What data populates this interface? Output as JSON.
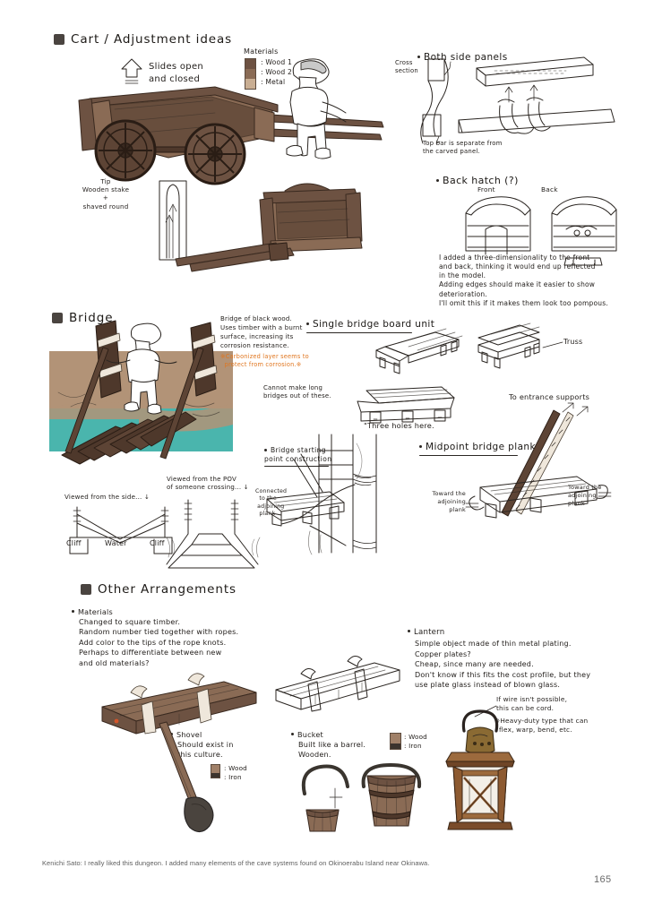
{
  "page": {
    "number": "165",
    "footer_credit": "Kenichi Sato: I really liked this dungeon. I added many elements of the cave systems found on Okinoerabu Island near Okinawa."
  },
  "colors": {
    "wood1": "#6d5242",
    "wood2": "#8a6b55",
    "metal": "#c9ae93",
    "dark_wood": "#4e382b",
    "water": "#4ab5ad",
    "ground": "#b29377",
    "orange_note": "#e0761f",
    "ink": "#2b2622",
    "heading_square": "#4a4440"
  },
  "sections": [
    {
      "id": "cart",
      "heading": "Cart / Adjustment ideas",
      "icon": "filled-square-bullet"
    },
    {
      "id": "bridge",
      "heading": "Bridge",
      "icon": "filled-square-bullet"
    },
    {
      "id": "other",
      "heading": "Other Arrangements",
      "icon": "filled-square-bullet"
    }
  ],
  "cart": {
    "slides_note": "Slides open\nand closed",
    "arrow_icon": "up-arrow-icon",
    "materials": {
      "title": "Materials",
      "legend": [
        {
          "label": ": Wood 1",
          "color": "#6d5242"
        },
        {
          "label": ": Wood 2",
          "color": "#8a6b55"
        },
        {
          "label": ": Metal",
          "color": "#c9ae93"
        }
      ]
    },
    "tip_note": "Tip\nWooden stake\n+\nshaved round",
    "side_panels": {
      "title": "Both side panels",
      "cross_section_label": "Cross\nsection",
      "note": "Top bar is separate from\nthe carved panel."
    },
    "back_hatch": {
      "title": "Back hatch (?)",
      "front_label": "Front",
      "back_label": "Back",
      "note": "I added a three-dimensionality to the front\nand back, thinking it would end up reflected\nin the model.\nAdding edges should make it easier to show\ndeterioration.\nI'll omit this if it makes them look too pompous."
    }
  },
  "bridge": {
    "black_wood_note": "Bridge of black wood.\nUses timber with a burnt\nsurface, increasing its\ncorrosion resistance.",
    "black_wood_note_orange": "※Carbonized layer seems to\n  protect from corrosion.※",
    "cannot_make_note": "Cannot make long\nbridges out of these.",
    "single_unit_title": "Single bridge board unit",
    "truss_label": "Truss",
    "three_holes_label": "\"Three holes here.",
    "side_view_label": "Viewed from the side... ↓",
    "pov_label": "Viewed from the POV\nof someone crossing... ↓",
    "cliff_left": "Cliff",
    "water_label": "Water",
    "cliff_right": "Cliff",
    "connected_note": "Connected\n  to the\n adjoining\n  plank",
    "starting_point_title": "Bridge starting\npoint construction",
    "midpoint_title": "Midpoint bridge planks",
    "to_entrance_supports": "To entrance supports",
    "toward_adjoining_left": "Toward the\nadjoining\n  plank",
    "toward_adjoining_right": "Toward the\nadjoining\nplank"
  },
  "other": {
    "materials": {
      "title": "Materials",
      "body": "Changed to square timber.\nRandom number tied together with ropes.\nAdd color to the tips of the rope knots.\nPerhaps to differentiate between new\nand old materials?"
    },
    "shovel": {
      "title": "Shovel",
      "body": "Should exist in\nthis culture.",
      "legend": [
        {
          "label": ": Wood",
          "color": "#a08068"
        },
        {
          "label": ": Iron",
          "color": "#3c342e"
        }
      ]
    },
    "bucket": {
      "title": "Bucket",
      "body": "Built like a barrel.\nWooden.",
      "legend": [
        {
          "label": ": Wood",
          "color": "#a08068"
        },
        {
          "label": ": Iron",
          "color": "#3c342e"
        }
      ]
    },
    "lantern": {
      "title": "Lantern",
      "body": "Simple object made of thin metal plating.\nCopper plates?\nCheap, since many are needed.\nDon't know if this fits the cost profile, but they\nuse plate glass instead of blown glass.",
      "wire_note": "If wire isn't possible,\nthis can be cord.",
      "heavy_duty_note": "※Heavy-duty type that can\n  flex, warp, bend, etc."
    }
  }
}
